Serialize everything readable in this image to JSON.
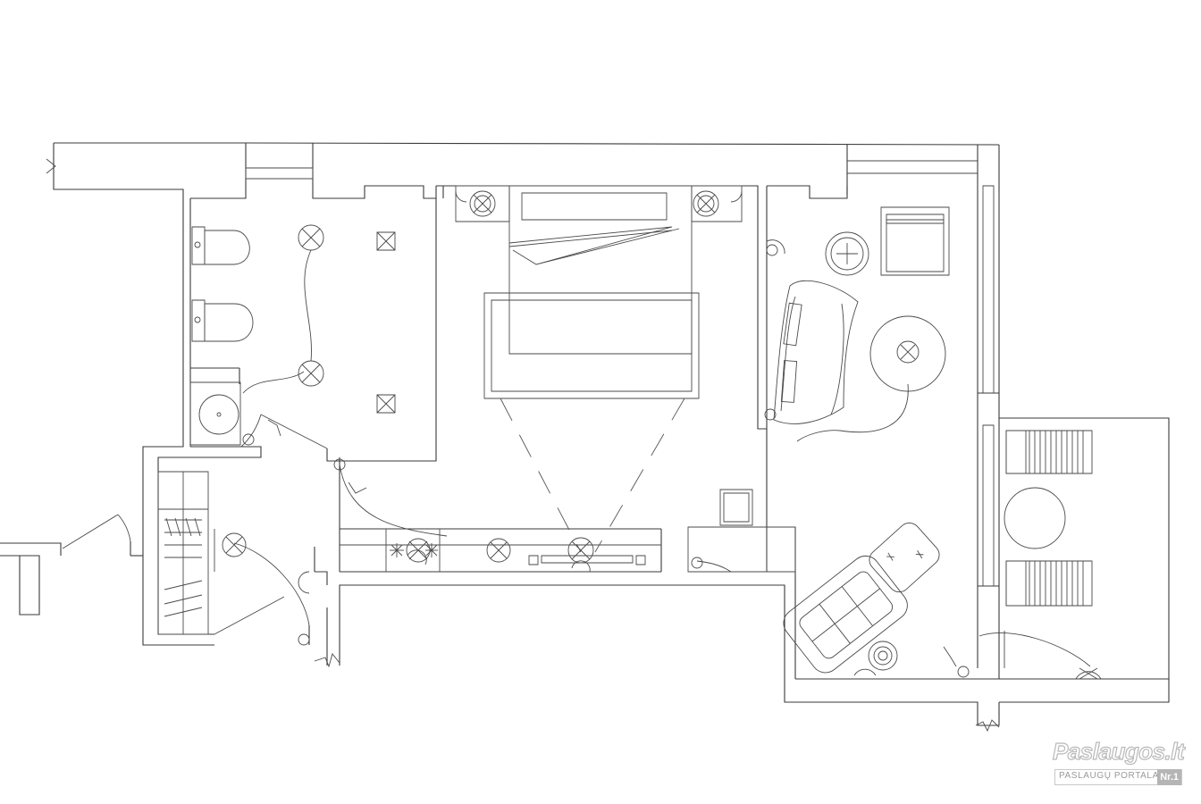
{
  "watermark": {
    "title": "Paslaugos.lt",
    "subtitle": "PASLAUGŲ PORTALAS",
    "badge": "Nr.1"
  },
  "colors": {
    "background": "#ffffff",
    "line": "#3a3a3a",
    "watermark": "#b9b9b9"
  }
}
